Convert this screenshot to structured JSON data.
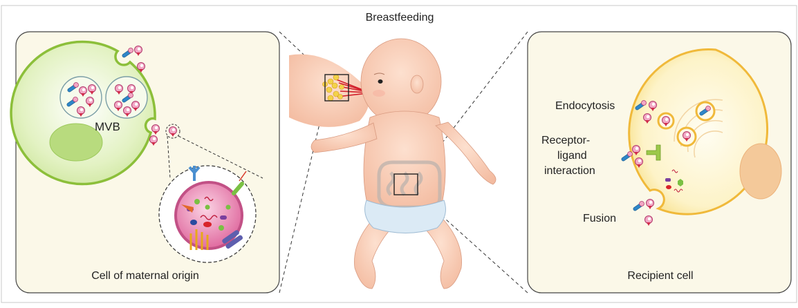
{
  "title": "Breastfeeding",
  "left_panel": {
    "caption": "Cell of maternal origin",
    "mvb_label": "MVB"
  },
  "right_panel": {
    "caption": "Recipient cell",
    "mechanisms": {
      "endocytosis": "Endocytosis",
      "receptor_line1": "Receptor-",
      "receptor_line2": "ligand",
      "receptor_line3": "interaction",
      "fusion": "Fusion"
    }
  },
  "colors": {
    "panel_fill": "#fbf8e8",
    "maternal_cell": "#d8ecb0",
    "maternal_cell_border": "#8cbf3a",
    "recipient_cell": "#fbf1c0",
    "recipient_cell_border": "#f0b93a",
    "skin": "#f7cbb4",
    "vesicle": "#e87aa6",
    "milk_duct": "#d21e2a",
    "diaper": "#dbeaf5"
  }
}
